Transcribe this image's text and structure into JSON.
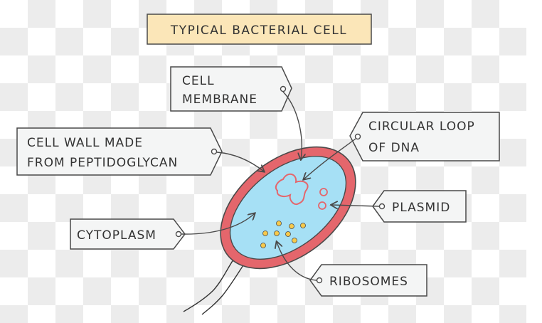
{
  "title": "TYPICAL BACTERIAL CELL",
  "labels": {
    "cell_membrane": [
      "CELL",
      "MEMBRANE"
    ],
    "cell_wall": [
      "CELL  WALL  MADE",
      "FROM  PEPTIDOGLYCAN"
    ],
    "circular_dna": [
      "CIRCULAR  LOOP",
      "OF  DNA"
    ],
    "plasmid": "PLASMID",
    "cytoplasm": "CYTOPLASM",
    "ribosomes": "RIBOSOMES"
  },
  "colors": {
    "title_fill": "#fbe6b8",
    "cell_wall": "#e4666c",
    "cytoplasm": "#a6e0f5",
    "dna": "#e4666c",
    "ribosome": "#f7c94a",
    "label_fill": "#f4f5f5",
    "outline": "#4a4a4a"
  }
}
